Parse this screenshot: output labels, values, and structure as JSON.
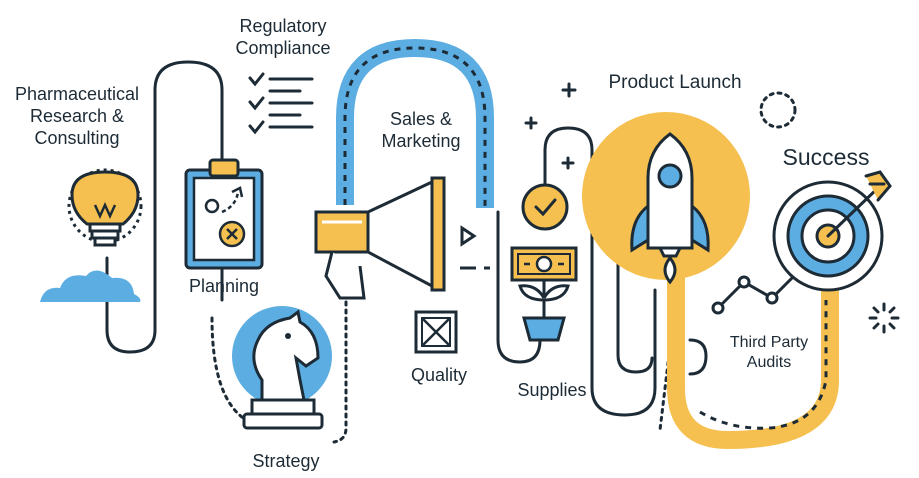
{
  "labels": {
    "research_line1": "Pharmaceutical",
    "research_line2": "Research &",
    "research_line3": "Consulting",
    "regulatory_line1": "Regulatory",
    "regulatory_line2": "Compliance",
    "planning": "Planning",
    "strategy": "Strategy",
    "sales_line1": "Sales &",
    "sales_line2": "Marketing",
    "quality": "Quality",
    "supplies": "Supplies",
    "launch": "Product Launch",
    "success": "Success",
    "audits_line1": "Third Party",
    "audits_line2": "Audits"
  },
  "icons": [
    "light-bulb-icon",
    "cloud-icon",
    "checklist-icon",
    "clipboard-icon",
    "chess-knight-icon",
    "megaphone-icon",
    "checkbox-icon",
    "money-bill-icon",
    "plant-pot-icon",
    "badge-check-icon",
    "rocket-icon",
    "target-icon",
    "arrow-icon",
    "line-graph-icon",
    "plus-icon",
    "dotted-circle-icon"
  ],
  "colors": {
    "ink": "#1d2b36",
    "blue": "#5cade2",
    "yellow": "#f5c04f",
    "white": "#ffffff"
  }
}
